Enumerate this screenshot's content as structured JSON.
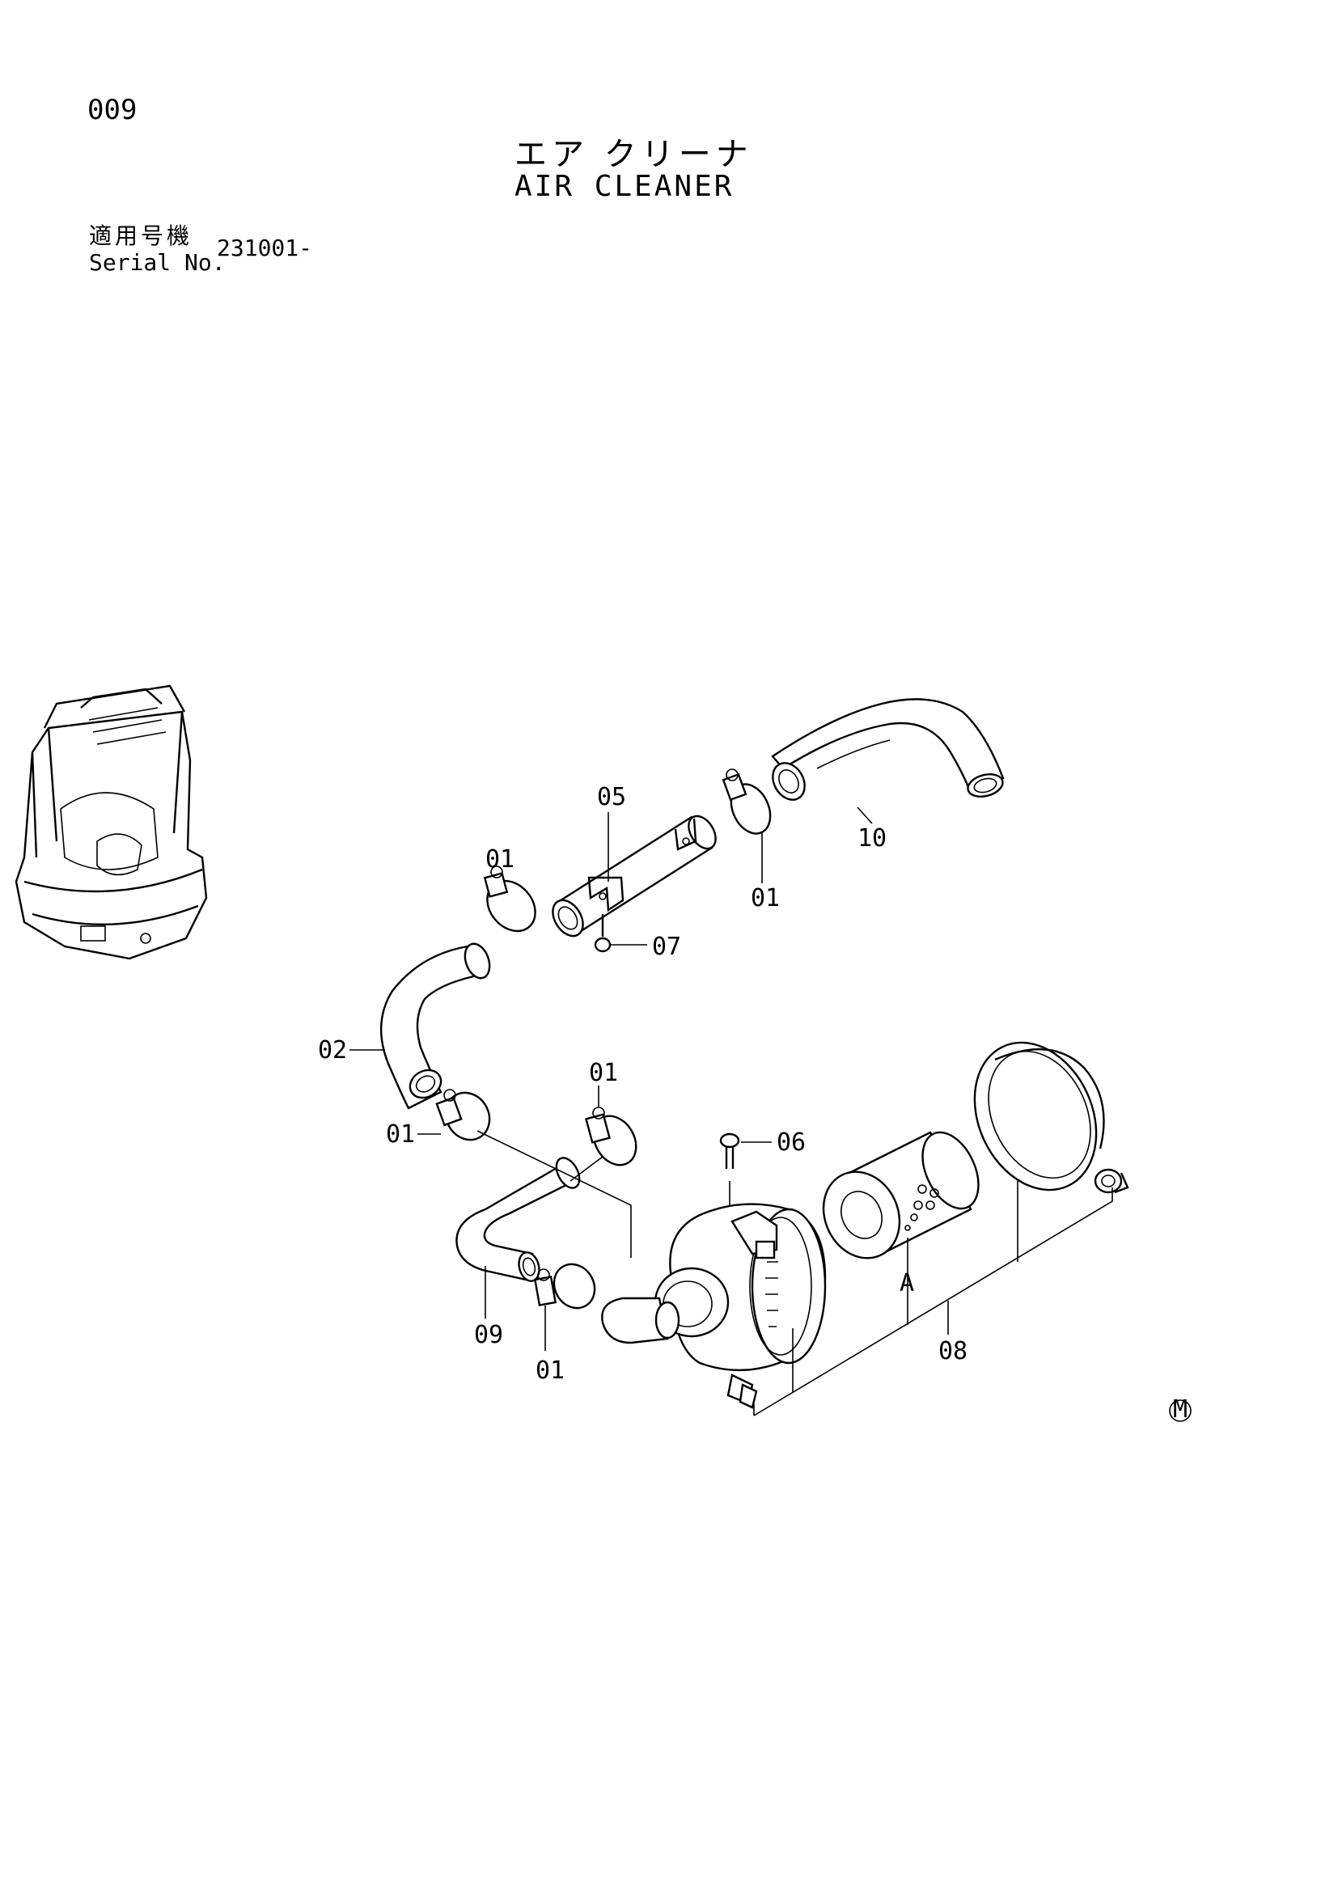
{
  "header": {
    "page_number": "009",
    "title_jp": "エア クリーナ",
    "title_en": "AIR CLEANER",
    "serial_label_jp": "適用号機",
    "serial_label_en": "Serial No.",
    "serial_value": "231001-"
  },
  "callouts": {
    "c10": "10",
    "c05": "05",
    "c01_a": "01",
    "c01_b": "01",
    "c07": "07",
    "c02": "02",
    "c01_c": "01",
    "c01_d": "01",
    "c06": "06",
    "c09": "09",
    "c01_e": "01",
    "cA": "A",
    "c08": "08",
    "mark_m": "M"
  }
}
